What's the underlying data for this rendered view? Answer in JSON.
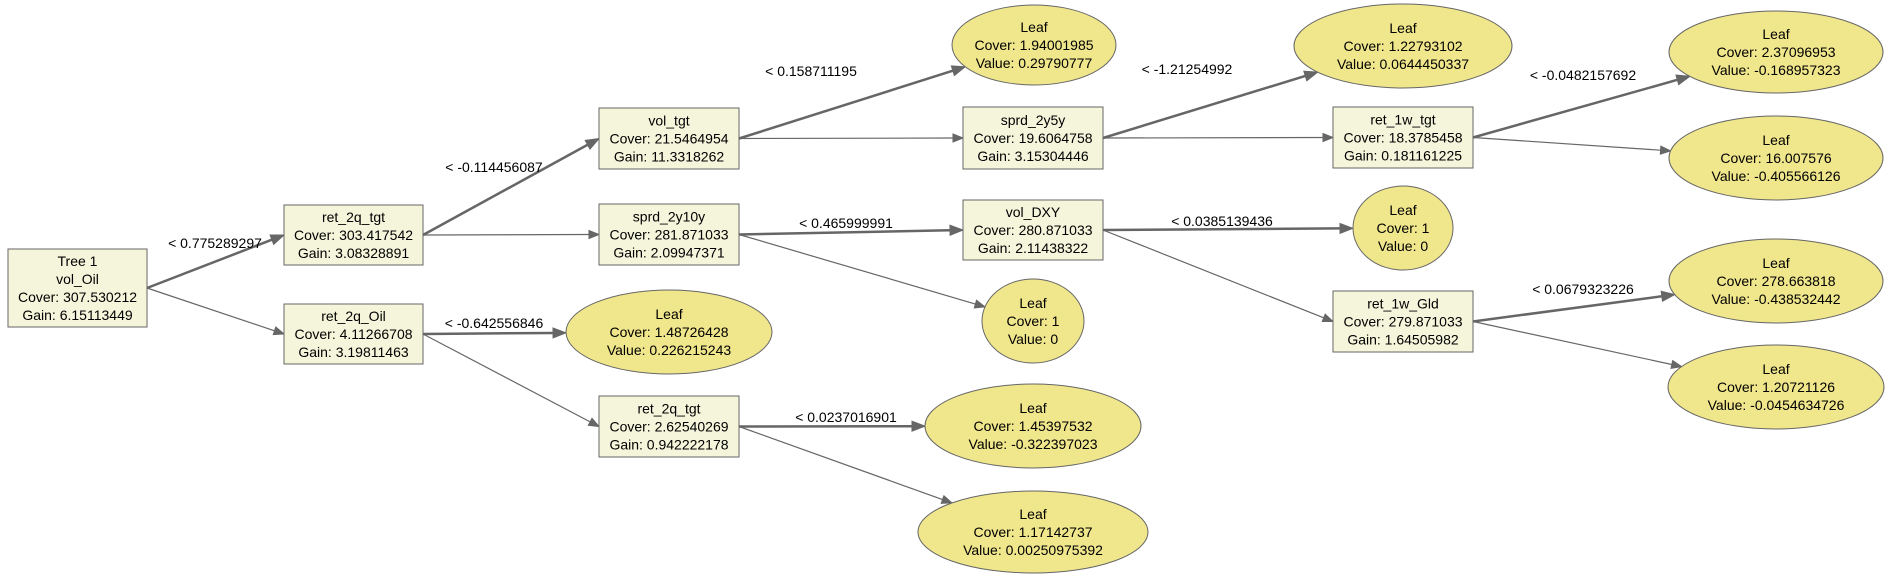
{
  "diagram": {
    "colors": {
      "split_fill": "#f5f5dc",
      "leaf_fill": "#f0e68c",
      "edge": "#666666"
    },
    "nodes": [
      {
        "id": "root",
        "kind": "split",
        "lines": [
          "Tree 1",
          "vol_Oil",
          "Cover: 307.530212",
          "Gain: 6.15113449"
        ]
      },
      {
        "id": "n1",
        "kind": "split",
        "lines": [
          "ret_2q_tgt",
          "Cover: 303.417542",
          "Gain: 3.08328891"
        ]
      },
      {
        "id": "n2",
        "kind": "split",
        "lines": [
          "ret_2q_Oil",
          "Cover: 4.11266708",
          "Gain: 3.19811463"
        ]
      },
      {
        "id": "n3",
        "kind": "split",
        "lines": [
          "vol_tgt",
          "Cover: 21.5464954",
          "Gain: 11.3318262"
        ]
      },
      {
        "id": "n4",
        "kind": "split",
        "lines": [
          "sprd_2y10y",
          "Cover: 281.871033",
          "Gain: 2.09947371"
        ]
      },
      {
        "id": "l5",
        "kind": "leaf",
        "lines": [
          "Leaf",
          "Cover: 1.48726428",
          "Value: 0.226215243"
        ]
      },
      {
        "id": "n6",
        "kind": "split",
        "lines": [
          "ret_2q_tgt",
          "Cover: 2.62540269",
          "Gain: 0.942222178"
        ]
      },
      {
        "id": "l7",
        "kind": "leaf",
        "lines": [
          "Leaf",
          "Cover: 1.94001985",
          "Value: 0.29790777"
        ]
      },
      {
        "id": "n8",
        "kind": "split",
        "lines": [
          "sprd_2y5y",
          "Cover: 19.6064758",
          "Gain: 3.15304446"
        ]
      },
      {
        "id": "n9",
        "kind": "split",
        "lines": [
          "vol_DXY",
          "Cover: 280.871033",
          "Gain: 2.11438322"
        ]
      },
      {
        "id": "l10",
        "kind": "leaf",
        "lines": [
          "Leaf",
          "Cover: 1",
          "Value: 0"
        ]
      },
      {
        "id": "l11",
        "kind": "leaf",
        "lines": [
          "Leaf",
          "Cover: 1.45397532",
          "Value: -0.322397023"
        ]
      },
      {
        "id": "l12",
        "kind": "leaf",
        "lines": [
          "Leaf",
          "Cover: 1.17142737",
          "Value: 0.00250975392"
        ]
      },
      {
        "id": "l13",
        "kind": "leaf",
        "lines": [
          "Leaf",
          "Cover: 1.22793102",
          "Value: 0.0644450337"
        ]
      },
      {
        "id": "n14",
        "kind": "split",
        "lines": [
          "ret_1w_tgt",
          "Cover: 18.3785458",
          "Gain: 0.181161225"
        ]
      },
      {
        "id": "l15",
        "kind": "leaf",
        "lines": [
          "Leaf",
          "Cover: 1",
          "Value: 0"
        ]
      },
      {
        "id": "n16",
        "kind": "split",
        "lines": [
          "ret_1w_Gld",
          "Cover: 279.871033",
          "Gain: 1.64505982"
        ]
      },
      {
        "id": "l17",
        "kind": "leaf",
        "lines": [
          "Leaf",
          "Cover: 2.37096953",
          "Value: -0.168957323"
        ]
      },
      {
        "id": "l18",
        "kind": "leaf",
        "lines": [
          "Leaf",
          "Cover: 16.007576",
          "Value: -0.405566126"
        ]
      },
      {
        "id": "l19",
        "kind": "leaf",
        "lines": [
          "Leaf",
          "Cover: 278.663818",
          "Value: -0.438532442"
        ]
      },
      {
        "id": "l20",
        "kind": "leaf",
        "lines": [
          "Leaf",
          "Cover: 1.20721126",
          "Value: -0.0454634726"
        ]
      }
    ],
    "edges": [
      {
        "from": "root",
        "to": "n1",
        "label": "< 0.775289297",
        "bold": true
      },
      {
        "from": "root",
        "to": "n2",
        "label": "",
        "bold": false
      },
      {
        "from": "n1",
        "to": "n3",
        "label": "< -0.114456087",
        "bold": true
      },
      {
        "from": "n1",
        "to": "n4",
        "label": "",
        "bold": false
      },
      {
        "from": "n2",
        "to": "l5",
        "label": "< -0.642556846",
        "bold": true
      },
      {
        "from": "n2",
        "to": "n6",
        "label": "",
        "bold": false
      },
      {
        "from": "n3",
        "to": "l7",
        "label": "< 0.158711195",
        "bold": true
      },
      {
        "from": "n3",
        "to": "n8",
        "label": "",
        "bold": false
      },
      {
        "from": "n4",
        "to": "n9",
        "label": "< 0.465999991",
        "bold": true
      },
      {
        "from": "n4",
        "to": "l10",
        "label": "",
        "bold": false
      },
      {
        "from": "n6",
        "to": "l11",
        "label": "< 0.0237016901",
        "bold": true
      },
      {
        "from": "n6",
        "to": "l12",
        "label": "",
        "bold": false
      },
      {
        "from": "n8",
        "to": "l13",
        "label": "< -1.21254992",
        "bold": true
      },
      {
        "from": "n8",
        "to": "n14",
        "label": "",
        "bold": false
      },
      {
        "from": "n9",
        "to": "l15",
        "label": "< 0.0385139436",
        "bold": true
      },
      {
        "from": "n9",
        "to": "n16",
        "label": "",
        "bold": false
      },
      {
        "from": "n14",
        "to": "l17",
        "label": "< -0.0482157692",
        "bold": true
      },
      {
        "from": "n14",
        "to": "l18",
        "label": "",
        "bold": false
      },
      {
        "from": "n16",
        "to": "l19",
        "label": "< 0.0679323226",
        "bold": true
      },
      {
        "from": "n16",
        "to": "l20",
        "label": "",
        "bold": false
      }
    ]
  }
}
